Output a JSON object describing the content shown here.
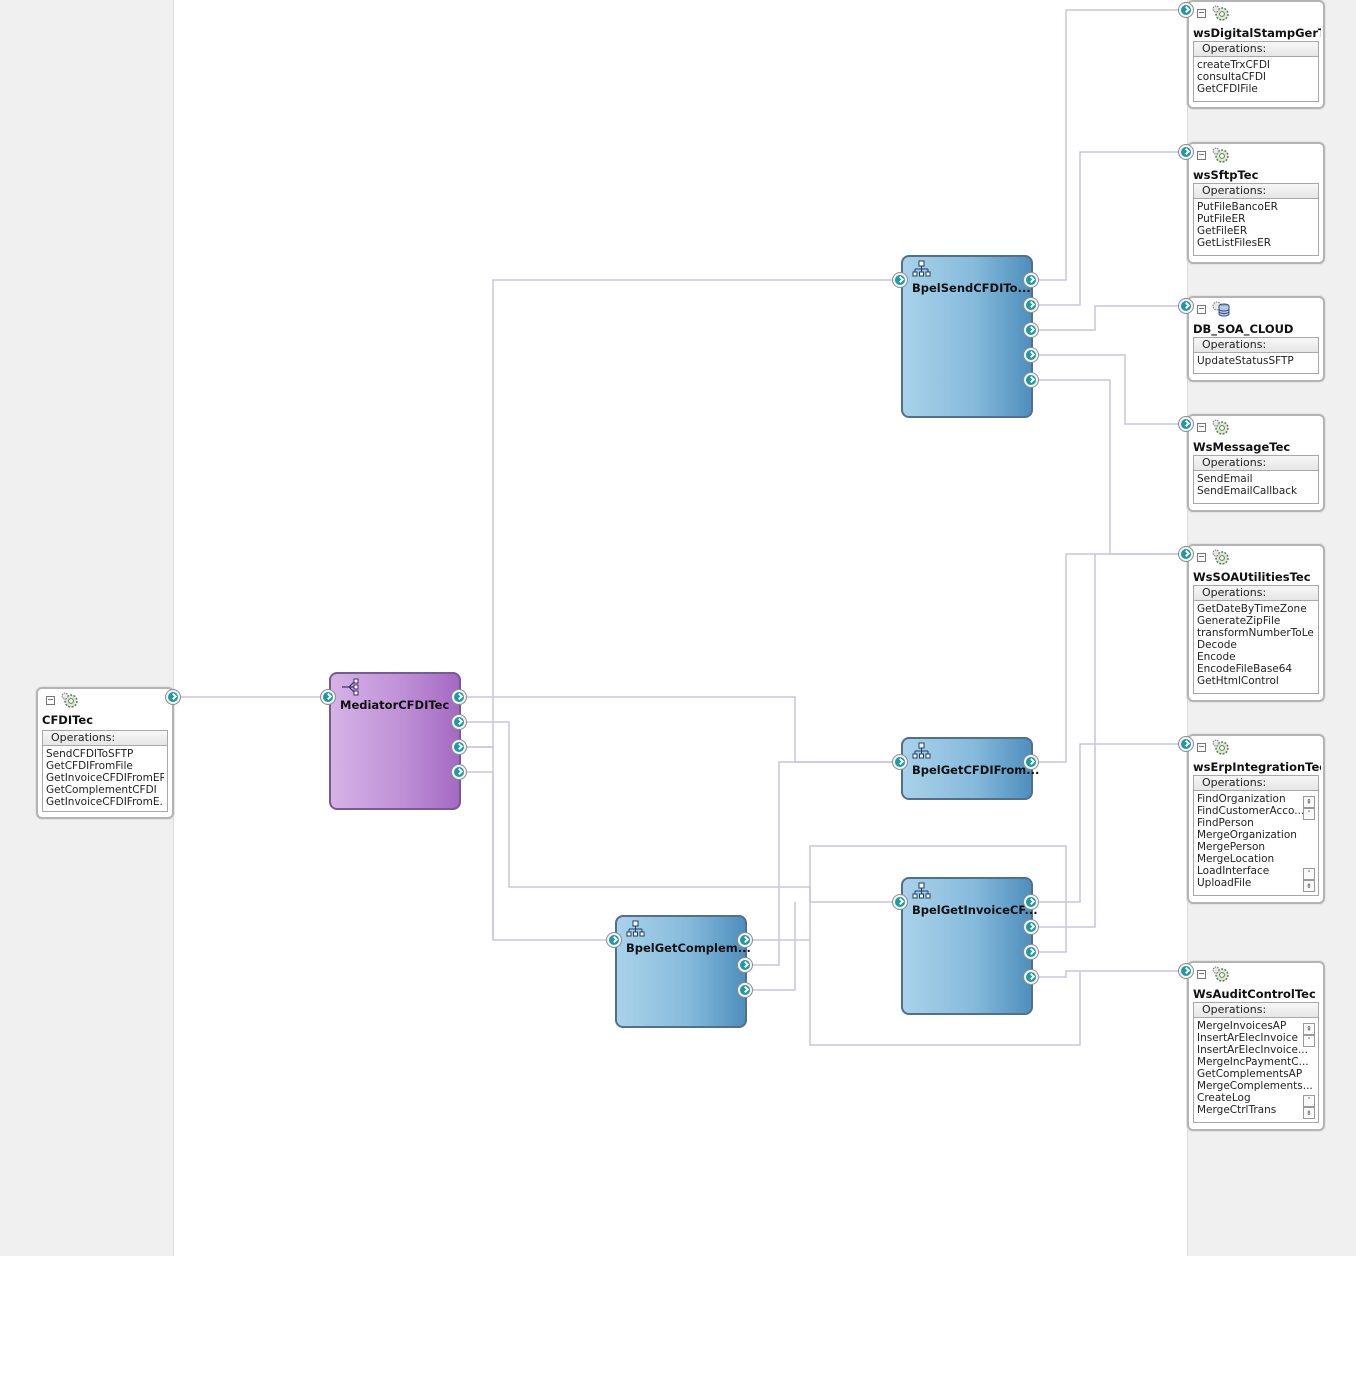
{
  "colors": {
    "wire": "#c8c4e6",
    "bpel": "#86bbdc",
    "mediator": "#bf90d7",
    "port": "#1f9aa0",
    "lane": "#f0f0f0"
  },
  "ops_title": "Operations:",
  "exposed_service": {
    "name": "CFDITec",
    "icon": "gear-service-icon",
    "operations": [
      "SendCFDIToSFTP",
      "GetCFDIFromFile",
      "GetInvoiceCFDIFromERP",
      "GetComplementCFDI",
      "GetInvoiceCFDIFromE..."
    ]
  },
  "components": {
    "mediator": {
      "name": "MediatorCFDITec",
      "icon": "mediator-icon"
    },
    "bpel_send": {
      "name": "BpelSendCFDITo...",
      "icon": "bpel-process-icon"
    },
    "bpel_getcfdi": {
      "name": "BpelGetCFDIFrom...",
      "icon": "bpel-process-icon"
    },
    "bpel_getinvoice": {
      "name": "BpelGetInvoiceCF...",
      "icon": "bpel-process-icon"
    },
    "bpel_getcomplem": {
      "name": "BpelGetComplem...",
      "icon": "bpel-process-icon"
    }
  },
  "references": [
    {
      "name": "wsDigitalStampGerT...",
      "icon": "gear-service-icon",
      "operations": [
        "createTrxCFDI",
        "consultaCFDI",
        "GetCFDIFile"
      ]
    },
    {
      "name": "wsSftpTec",
      "icon": "gear-service-icon",
      "operations": [
        "PutFileBancoER",
        "PutFileER",
        "GetFileER",
        "GetListFilesER"
      ]
    },
    {
      "name": "DB_SOA_CLOUD",
      "icon": "database-adapter-icon",
      "operations": [
        "UpdateStatusSFTP"
      ]
    },
    {
      "name": "WsMessageTec",
      "icon": "gear-service-icon",
      "operations": [
        "SendEmail",
        "SendEmailCallback"
      ]
    },
    {
      "name": "WsSOAUtilitiesTec",
      "icon": "gear-service-icon",
      "operations": [
        "GetDateByTimeZone",
        "GenerateZipFile",
        "transformNumberToLe...",
        "Decode",
        "Encode",
        "EncodeFileBase64",
        "GetHtmlControl"
      ]
    },
    {
      "name": "wsErpIntegrationTec",
      "icon": "gear-service-icon",
      "operations": [
        "FindOrganization",
        "FindCustomerAcco...",
        "FindPerson",
        "MergeOrganization",
        "MergePerson",
        "MergeLocation",
        "LoadInterface",
        "UploadFile"
      ]
    },
    {
      "name": "WsAuditControlTec",
      "icon": "gear-service-icon",
      "operations": [
        "MergeInvoicesAP",
        "InsertArElecInvoice",
        "InsertArElecInvoice...",
        "MergeIncPaymentC...",
        "GetComplementsAP",
        "MergeComplements...",
        "CreateLog",
        "MergeCtrlTrans"
      ]
    }
  ]
}
